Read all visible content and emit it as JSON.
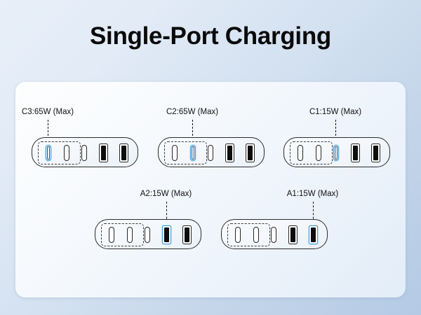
{
  "page": {
    "title": "Single-Port Charging",
    "background_start_color": "#e8eff9",
    "background_end_color": "#b4cae5",
    "panel_color": "#fafcfe",
    "highlight_color": "#3d9bdd",
    "outline_color": "#262626"
  },
  "diagram": {
    "port_layout": [
      "C3",
      "C2",
      "C1",
      "A2",
      "A1"
    ],
    "usb_c_count": 3,
    "usb_a_count": 2,
    "devices": [
      {
        "id": "device-c3",
        "label": "C3:65W (Max)",
        "active_port": "C3",
        "active_port_index": 0,
        "active_port_type": "usb-c",
        "power": "65W",
        "row": 1,
        "column": 1
      },
      {
        "id": "device-c2",
        "label": "C2:65W (Max)",
        "active_port": "C2",
        "active_port_index": 1,
        "active_port_type": "usb-c",
        "power": "65W",
        "row": 1,
        "column": 2
      },
      {
        "id": "device-c1",
        "label": "C1:15W (Max)",
        "active_port": "C1",
        "active_port_index": 2,
        "active_port_type": "usb-c",
        "power": "15W",
        "row": 1,
        "column": 3
      },
      {
        "id": "device-a2",
        "label": "A2:15W (Max)",
        "active_port": "A2",
        "active_port_index": 3,
        "active_port_type": "usb-a",
        "power": "15W",
        "row": 2,
        "column": 1
      },
      {
        "id": "device-a1",
        "label": "A1:15W (Max)",
        "active_port": "A1",
        "active_port_index": 4,
        "active_port_type": "usb-a",
        "power": "15W",
        "row": 2,
        "column": 2
      }
    ]
  }
}
